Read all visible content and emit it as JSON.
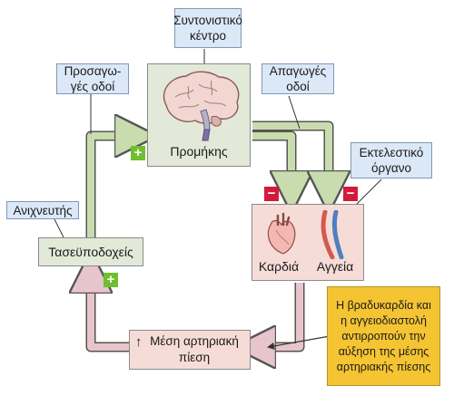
{
  "callouts": {
    "control_center": "Συντονιστικό κέντρο",
    "afferent": "Προσαγω-\nγές οδοί",
    "efferent": "Απαγωγές οδοί",
    "effector": "Εκτελεστικό όργανο",
    "sensor": "Ανιχνευτής"
  },
  "nodes": {
    "medulla": "Προμήκης",
    "baroreceptors": "Τασεϋποδοχείς",
    "heart": "Καρδιά",
    "vessels": "Αγγεία",
    "pressure": "Μέση αρτηριακή πίεση",
    "pressure_arrow": "↑"
  },
  "note": "Η βραδυκαρδία και η αγγειοδιαστολή αντιρροπούν την αύξηση της μέσης αρτηριακής πίεσης",
  "signs": {
    "plus": "+",
    "minus": "−"
  },
  "colors": {
    "green_box": "#e2e9d8",
    "pink_box": "#f6dcd7",
    "callout": "#dbe8f7",
    "note": "#f5c433",
    "green_arrow": "#c9dcae",
    "pink_arrow": "#e8c4cc"
  }
}
